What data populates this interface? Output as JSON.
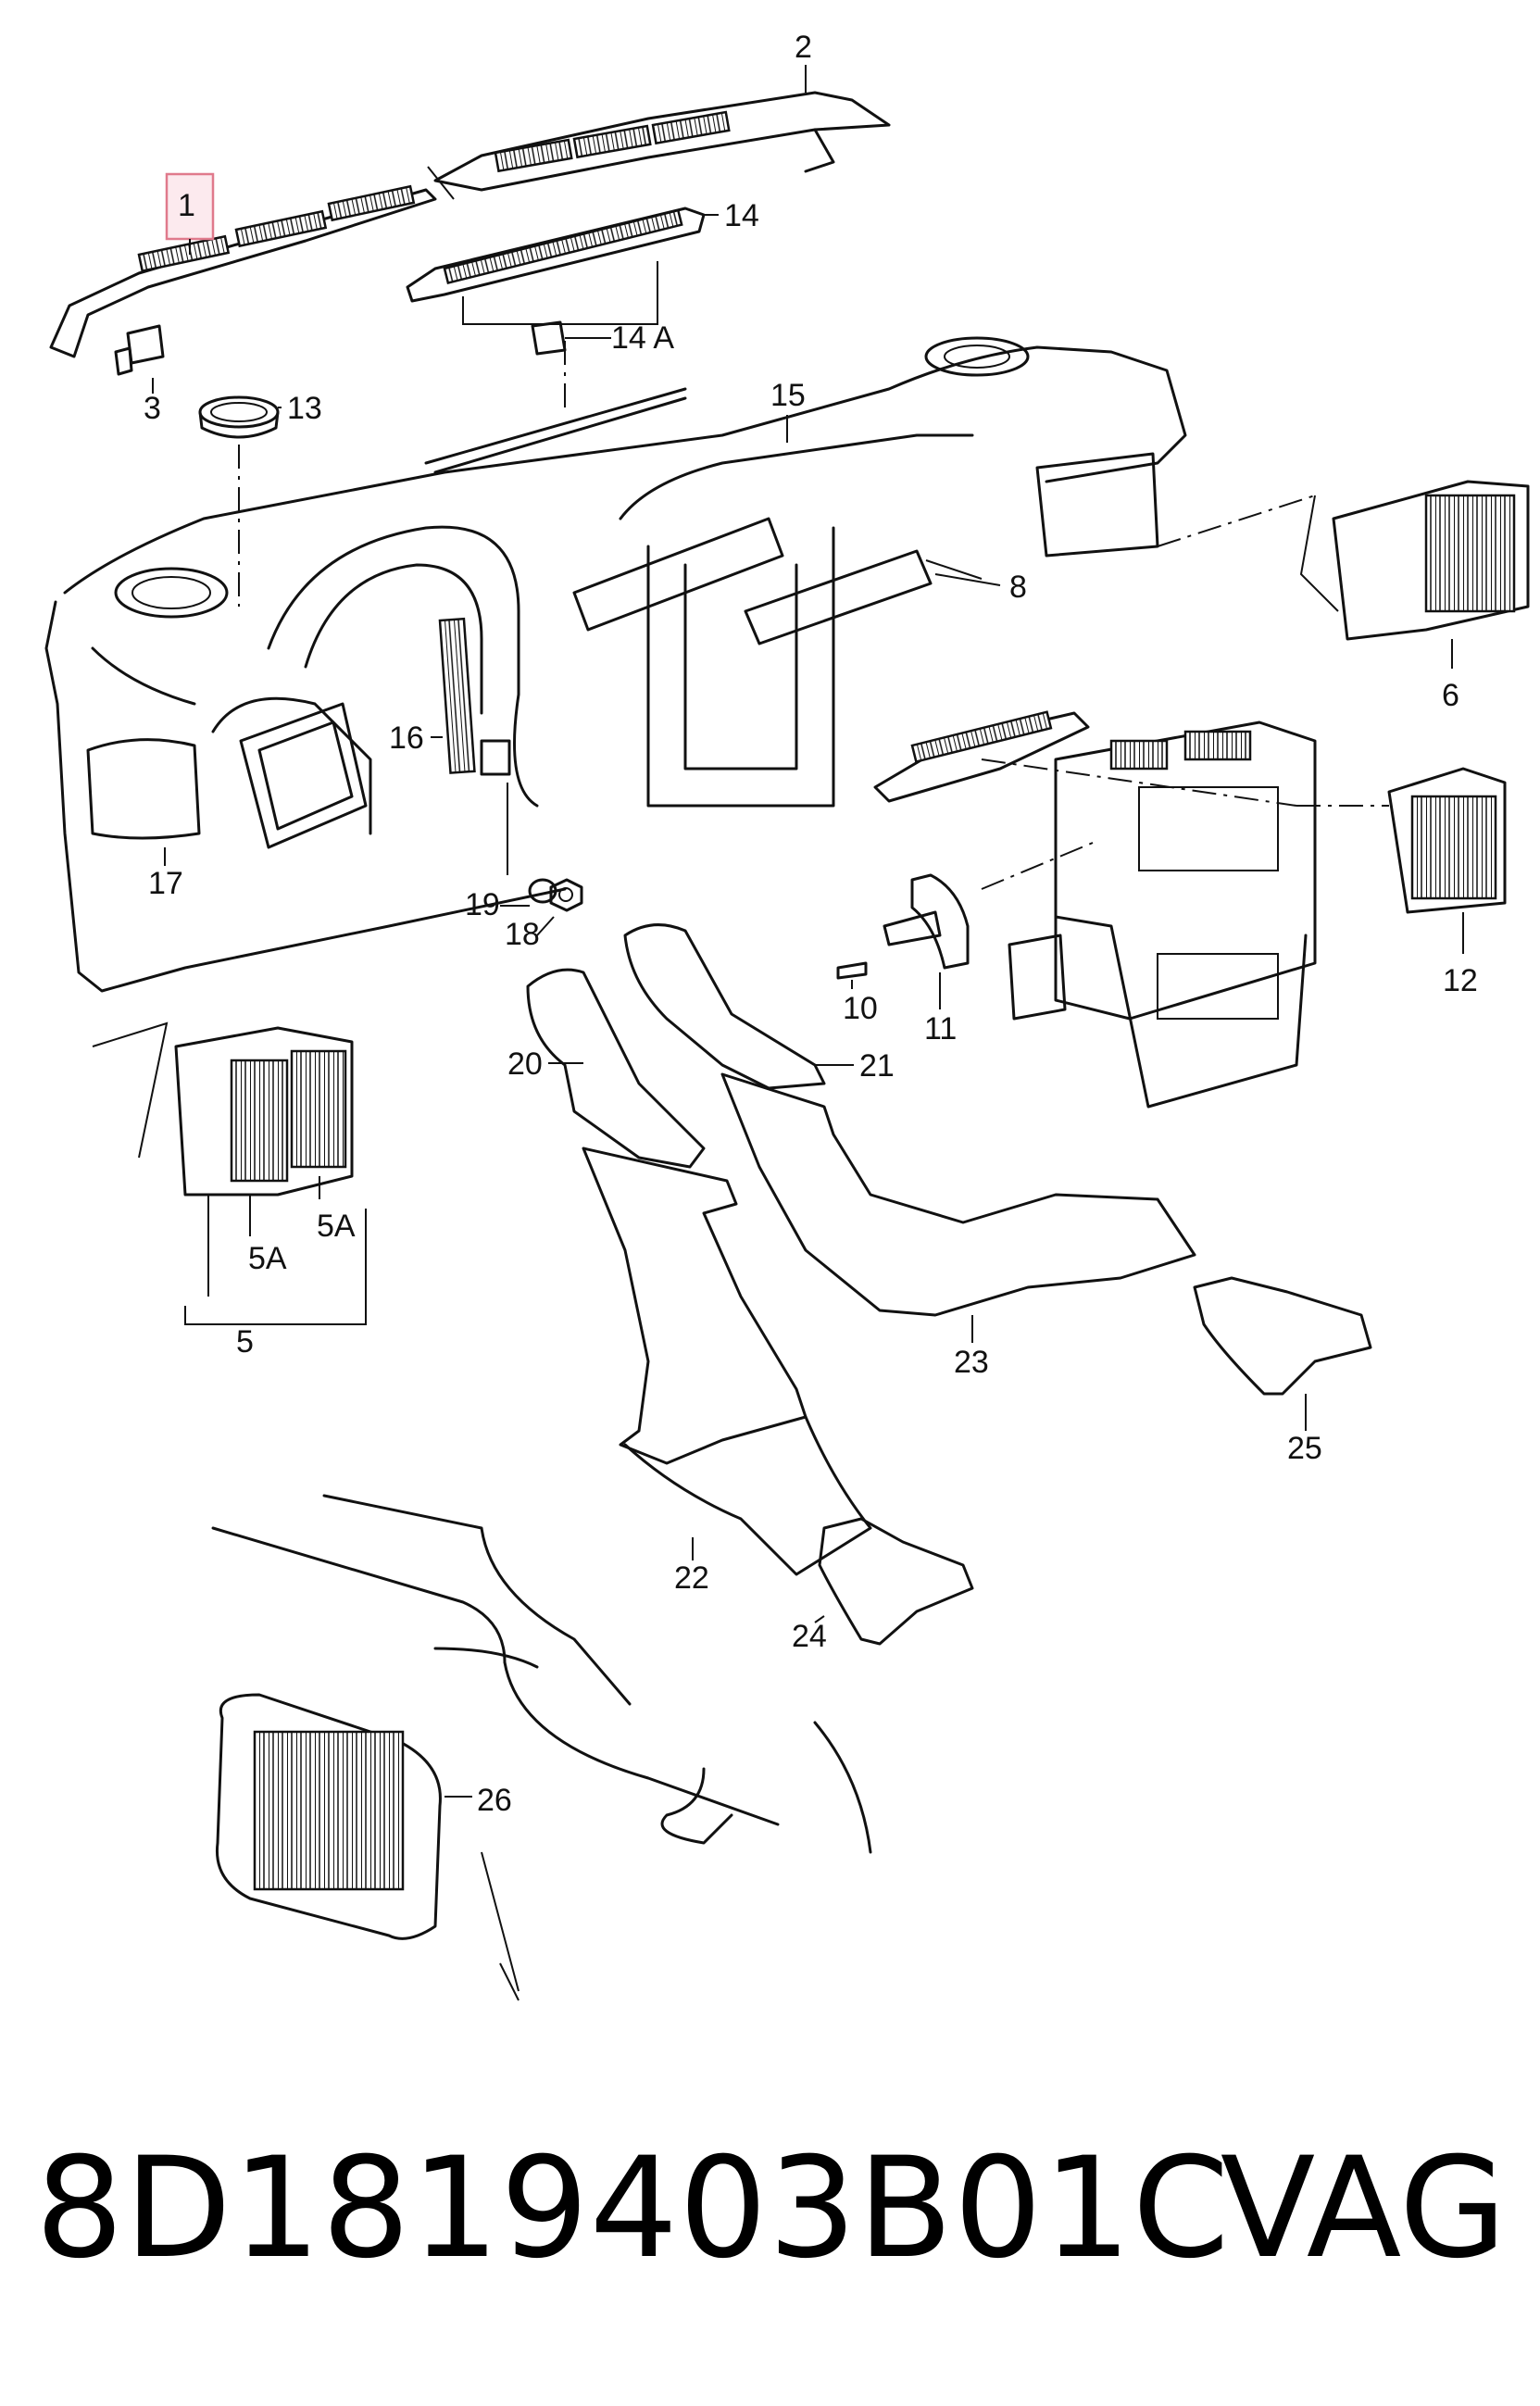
{
  "callouts": [
    {
      "id": "c1",
      "label": "1",
      "highlighted": true
    },
    {
      "id": "c2",
      "label": "2"
    },
    {
      "id": "c3",
      "label": "3"
    },
    {
      "id": "c5",
      "label": "5"
    },
    {
      "id": "c5a1",
      "label": "5A"
    },
    {
      "id": "c5a2",
      "label": "5A"
    },
    {
      "id": "c6",
      "label": "6"
    },
    {
      "id": "c8",
      "label": "8"
    },
    {
      "id": "c10",
      "label": "10"
    },
    {
      "id": "c11",
      "label": "11"
    },
    {
      "id": "c12",
      "label": "12"
    },
    {
      "id": "c13",
      "label": "13"
    },
    {
      "id": "c14",
      "label": "14"
    },
    {
      "id": "c14a",
      "label": "14 A"
    },
    {
      "id": "c15",
      "label": "15"
    },
    {
      "id": "c16",
      "label": "16"
    },
    {
      "id": "c17",
      "label": "17"
    },
    {
      "id": "c18",
      "label": "18"
    },
    {
      "id": "c19",
      "label": "19"
    },
    {
      "id": "c20",
      "label": "20"
    },
    {
      "id": "c21",
      "label": "21"
    },
    {
      "id": "c22",
      "label": "22"
    },
    {
      "id": "c23",
      "label": "23"
    },
    {
      "id": "c24",
      "label": "24"
    },
    {
      "id": "c25",
      "label": "25"
    },
    {
      "id": "c26",
      "label": "26"
    }
  ],
  "footer": {
    "part_number": "8D1819403B01C",
    "brand": "VAG"
  },
  "colors": {
    "line": "#111111",
    "highlight_border": "#e07a8c",
    "background": "#ffffff"
  }
}
